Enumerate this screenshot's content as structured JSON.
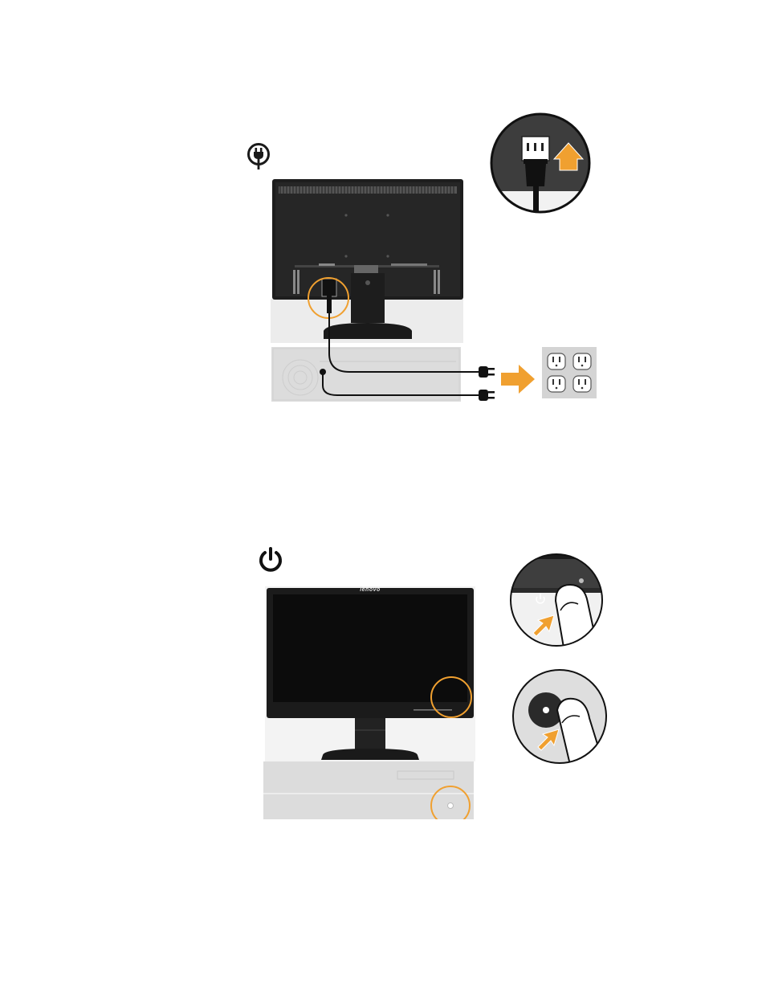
{
  "brand": {
    "logo_text": "lenovo"
  },
  "steps": [
    {
      "icon": "power-plug-icon",
      "figure": "monitor-rear-power-connection"
    },
    {
      "icon": "power-symbol-icon",
      "figure": "monitor-front-power-on"
    }
  ],
  "colors": {
    "accent_orange": "#F0A030",
    "monitor_black": "#1a1a1a",
    "pc_gray": "#dcdcdc",
    "outlet_gray": "#d4d4d4"
  }
}
